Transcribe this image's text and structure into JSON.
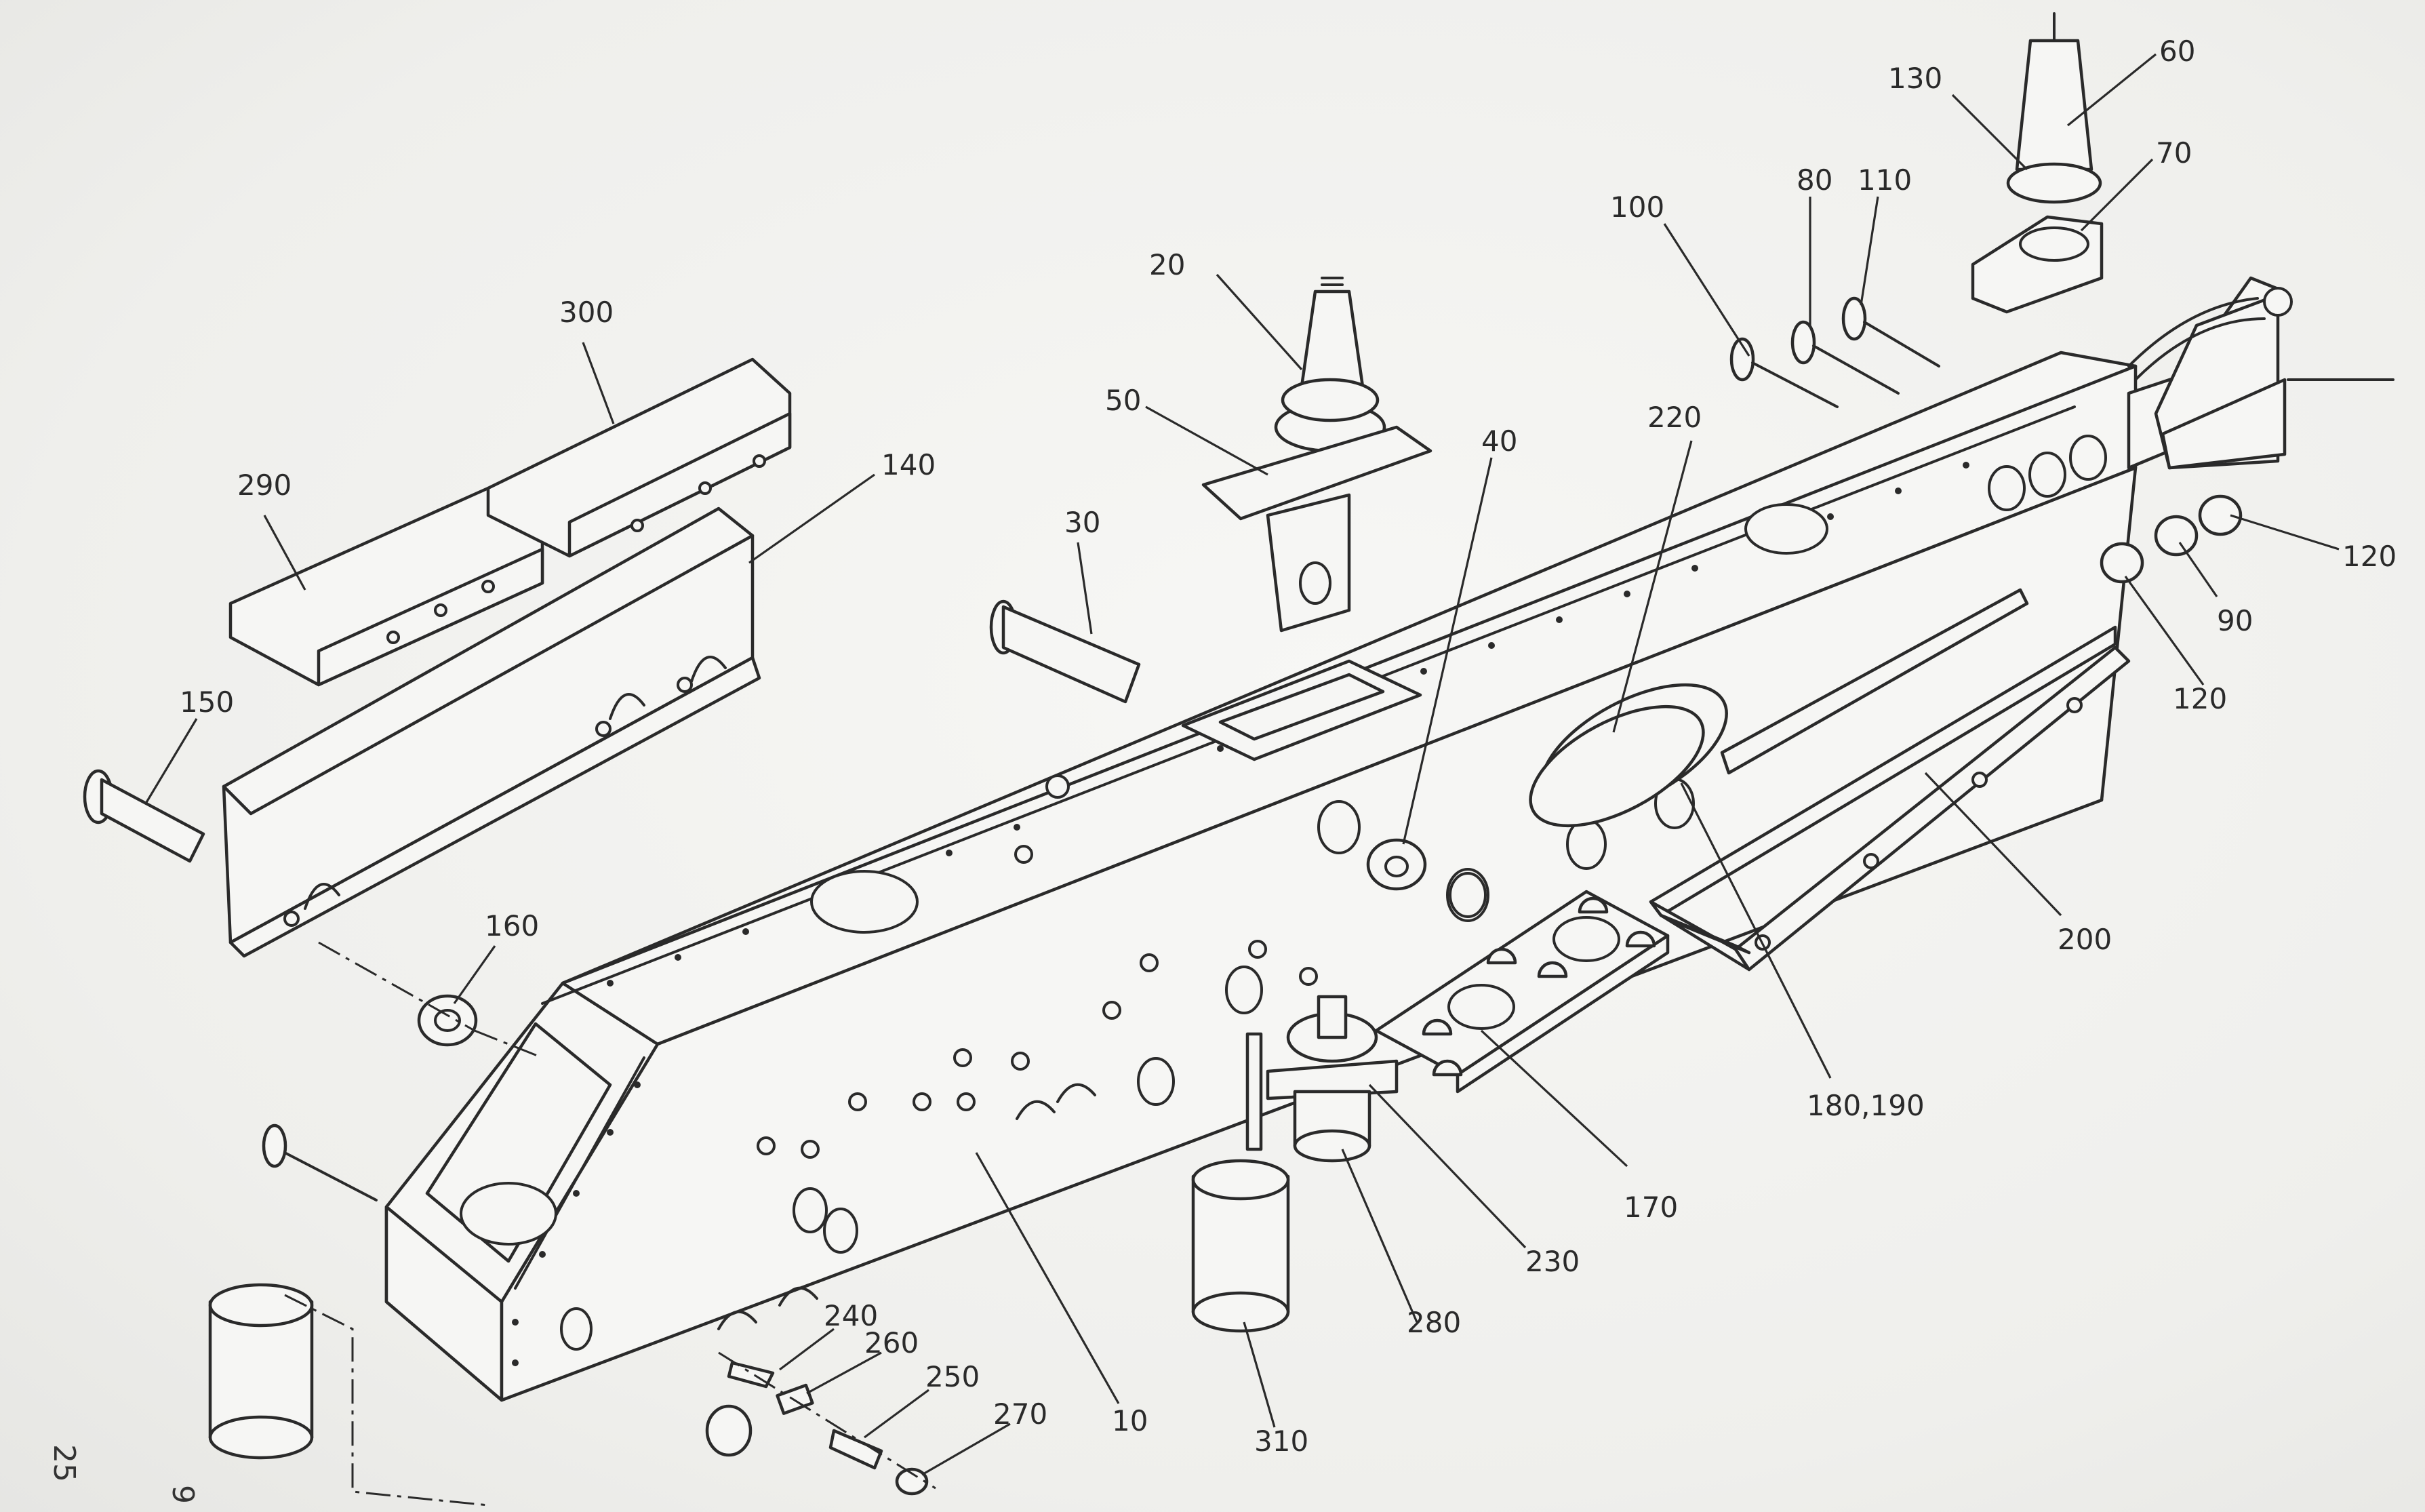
{
  "drawing": {
    "title": "",
    "margin_marks": [
      "25",
      "9"
    ],
    "callouts": [
      {
        "id": "c10",
        "label": "10"
      },
      {
        "id": "c20",
        "label": "20"
      },
      {
        "id": "c30",
        "label": "30"
      },
      {
        "id": "c40",
        "label": "40"
      },
      {
        "id": "c50",
        "label": "50"
      },
      {
        "id": "c60",
        "label": "60"
      },
      {
        "id": "c70",
        "label": "70"
      },
      {
        "id": "c80",
        "label": "80"
      },
      {
        "id": "c90",
        "label": "90"
      },
      {
        "id": "c100",
        "label": "100"
      },
      {
        "id": "c110",
        "label": "110"
      },
      {
        "id": "c120a",
        "label": "120"
      },
      {
        "id": "c120b",
        "label": "120"
      },
      {
        "id": "c130",
        "label": "130"
      },
      {
        "id": "c140",
        "label": "140"
      },
      {
        "id": "c150",
        "label": "150"
      },
      {
        "id": "c160",
        "label": "160"
      },
      {
        "id": "c170",
        "label": "170"
      },
      {
        "id": "c180",
        "label": "180,190"
      },
      {
        "id": "c200",
        "label": "200"
      },
      {
        "id": "c220",
        "label": "220"
      },
      {
        "id": "c230",
        "label": "230"
      },
      {
        "id": "c240",
        "label": "240"
      },
      {
        "id": "c250",
        "label": "250"
      },
      {
        "id": "c260",
        "label": "260"
      },
      {
        "id": "c270",
        "label": "270"
      },
      {
        "id": "c280",
        "label": "280"
      },
      {
        "id": "c290",
        "label": "290"
      },
      {
        "id": "c300",
        "label": "300"
      },
      {
        "id": "c310",
        "label": "310"
      }
    ]
  }
}
